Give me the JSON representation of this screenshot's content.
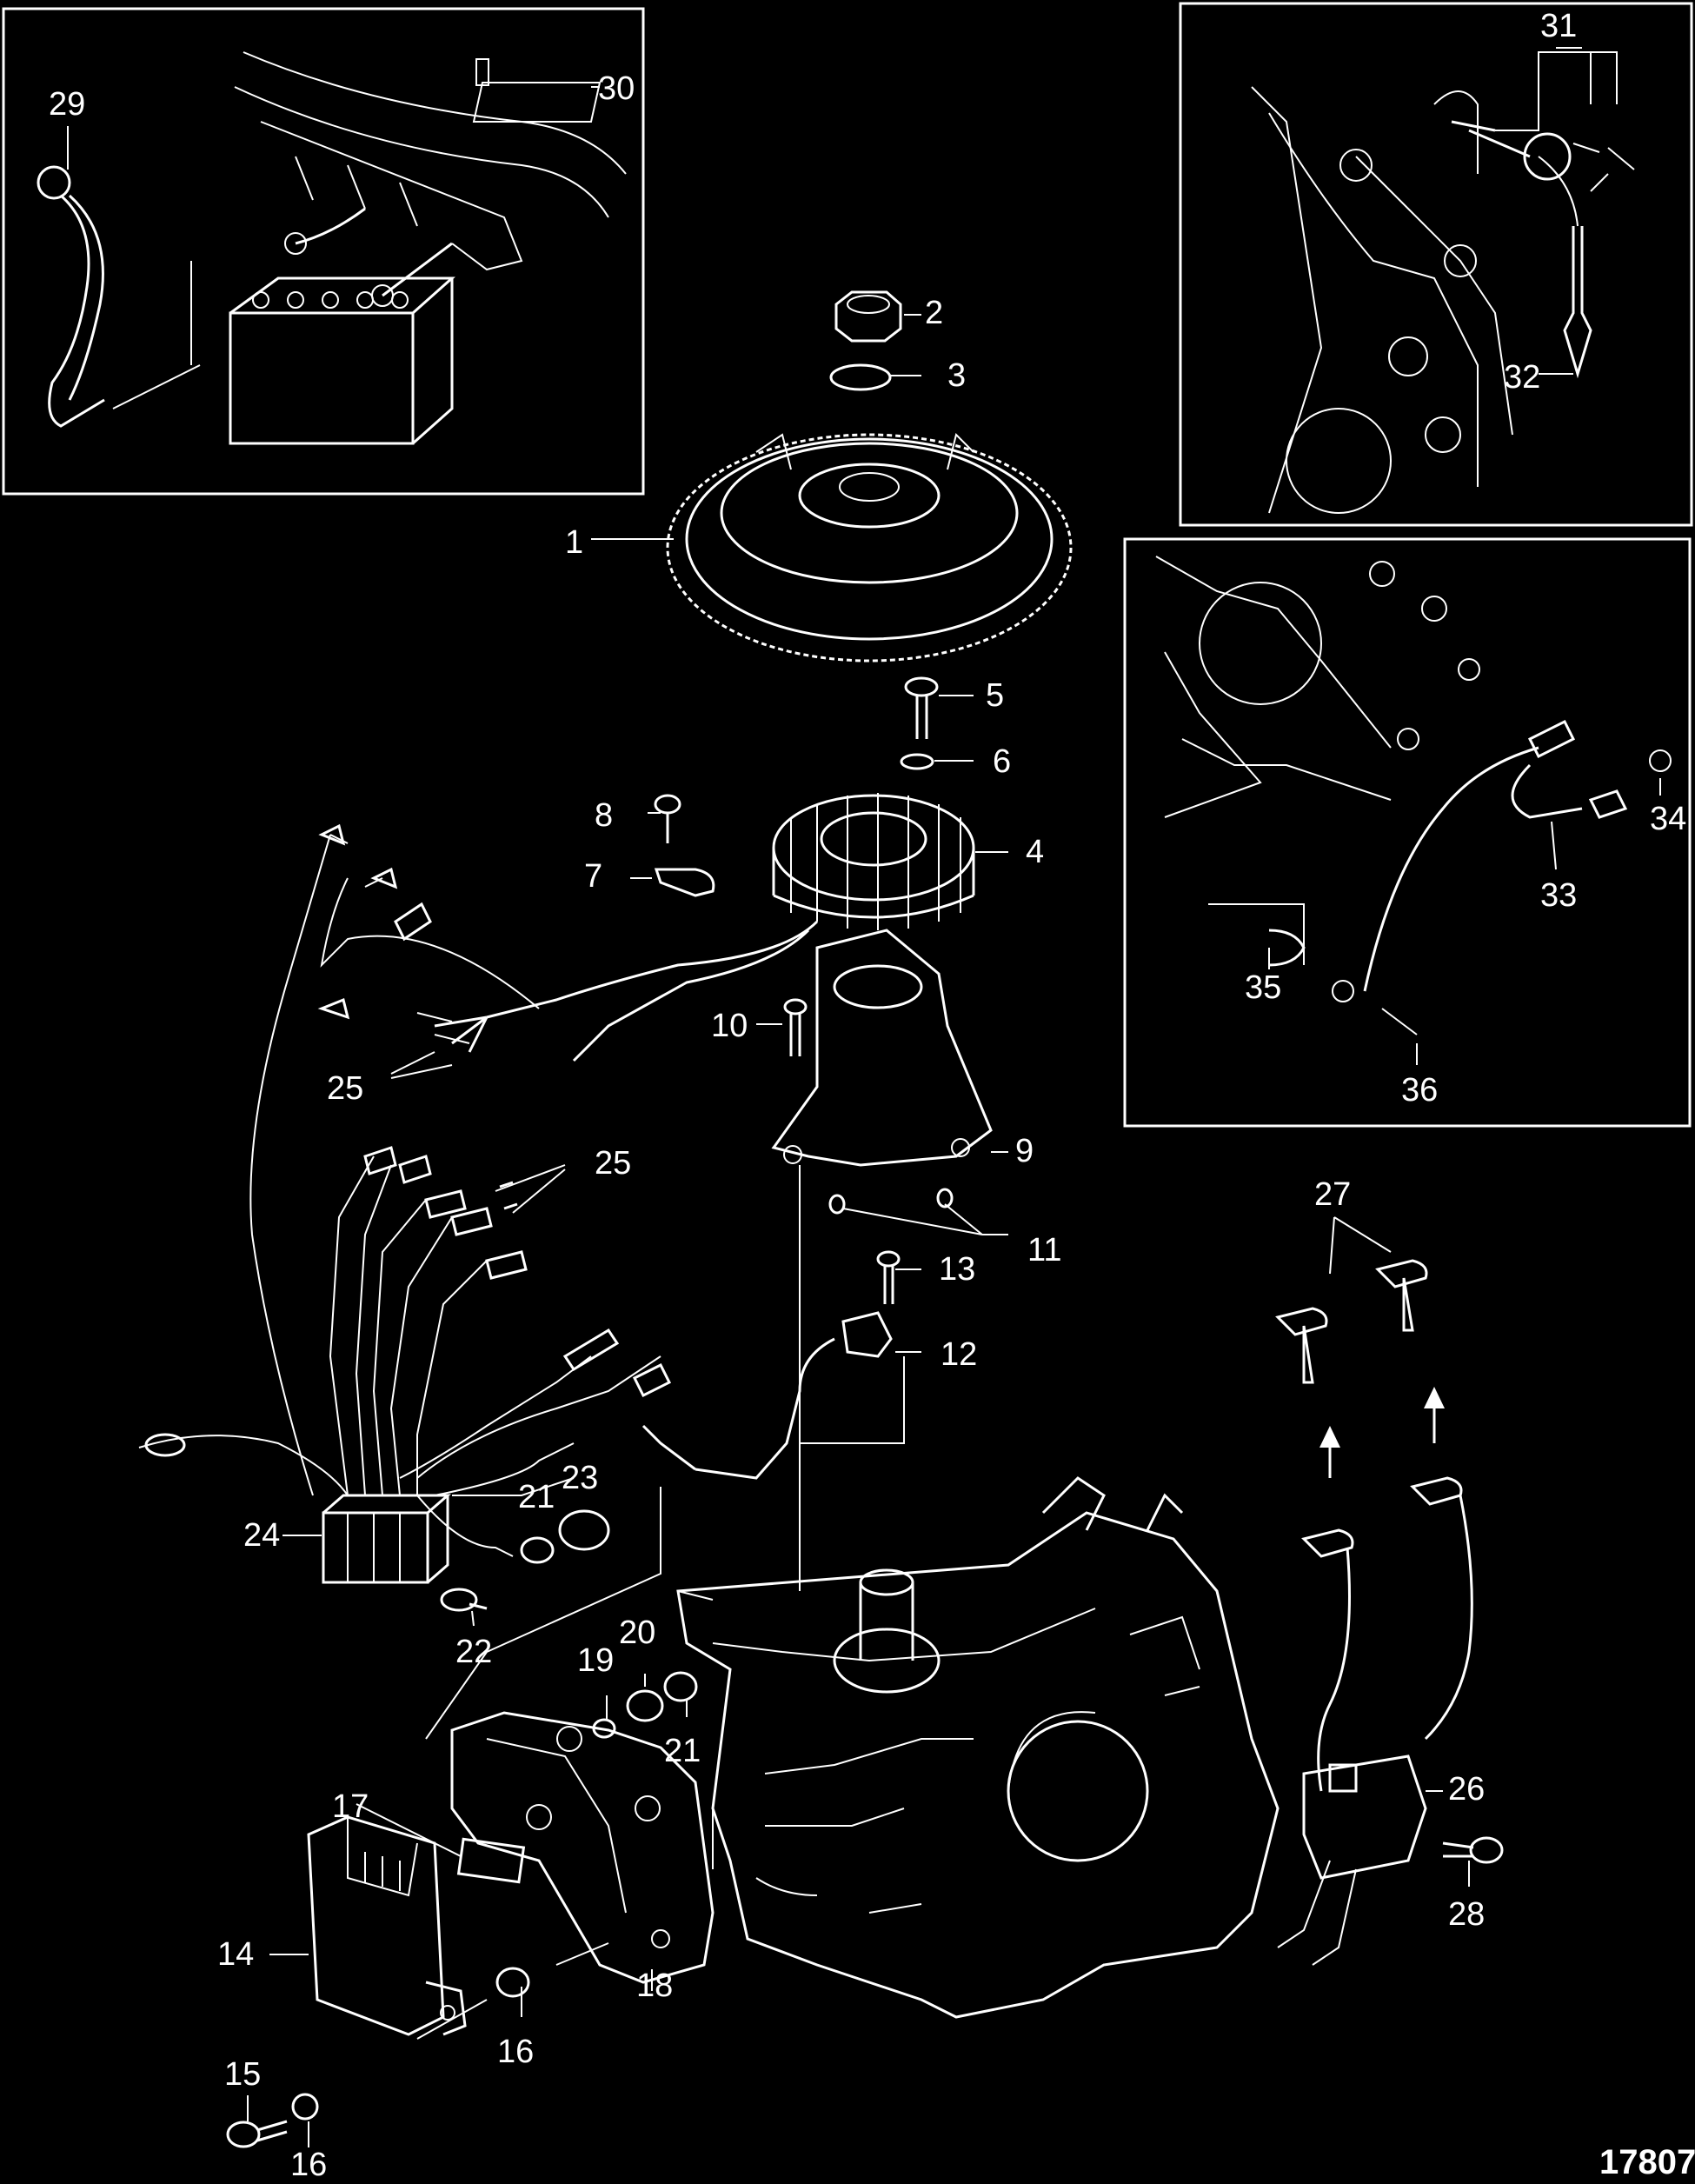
{
  "figure_number": "17807",
  "callouts": [
    "1",
    "2",
    "3",
    "4",
    "5",
    "6",
    "7",
    "8",
    "9",
    "10",
    "11",
    "12",
    "13",
    "14",
    "15",
    "16",
    "16",
    "17",
    "18",
    "19",
    "20",
    "21",
    "21",
    "22",
    "23",
    "24",
    "25",
    "25",
    "26",
    "27",
    "28",
    "29",
    "30",
    "31",
    "32",
    "33",
    "34",
    "35",
    "36"
  ]
}
